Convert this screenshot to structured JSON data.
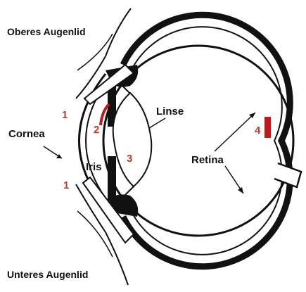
{
  "labels": {
    "upper_lid": "Oberes Augenlid",
    "lower_lid": "Unteres Augenlid",
    "cornea": "Cornea",
    "lens": "Linse",
    "iris": "Iris",
    "retina": "Retina"
  },
  "markers": {
    "m1_top": "1",
    "m1_bottom": "1",
    "m2": "2",
    "m3": "3",
    "m4": "4"
  },
  "colors": {
    "line": "#111111",
    "marker": "#c0392b",
    "highlight": "#b71c1c"
  }
}
